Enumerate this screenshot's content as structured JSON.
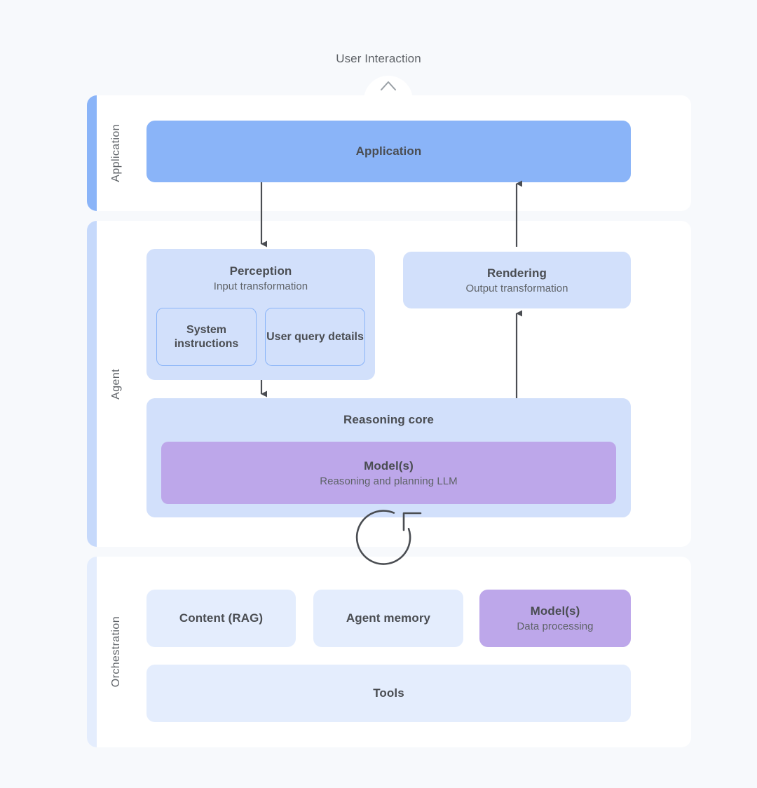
{
  "diagram": {
    "top_label": "User Interaction",
    "sections": [
      {
        "id": "application",
        "label": "Application",
        "accent_color": "#8AB4F8"
      },
      {
        "id": "agent",
        "label": "Agent",
        "accent_color": "#C6D9FB"
      },
      {
        "id": "orchestration",
        "label": "Orchestration",
        "accent_color": "#E4EDFD"
      }
    ],
    "nodes": {
      "application": {
        "title": "Application",
        "fill": "#8AB4F8"
      },
      "perception": {
        "title": "Perception",
        "subtitle": "Input transformation",
        "fill": "#D2E0FB",
        "children": [
          {
            "label": "System instructions"
          },
          {
            "label": "User query details"
          }
        ]
      },
      "rendering": {
        "title": "Rendering",
        "subtitle": "Output transformation",
        "fill": "#D2E0FB"
      },
      "reasoning_core": {
        "title": "Reasoning core",
        "fill": "#D2E0FB"
      },
      "model_reasoning": {
        "title": "Model(s)",
        "subtitle": "Reasoning and planning LLM",
        "fill": "#BDA7EA"
      },
      "content_rag": {
        "title": "Content (RAG)",
        "fill": "#E4EDFD"
      },
      "agent_memory": {
        "title": "Agent memory",
        "fill": "#E4EDFD"
      },
      "model_data": {
        "title": "Model(s)",
        "subtitle": "Data processing",
        "fill": "#BDA7EA"
      },
      "tools": {
        "title": "Tools",
        "fill": "#E4EDFD"
      }
    },
    "icons": {
      "user_interaction": "chevron-up-down-icon",
      "loop": "circular-loop-arrow-icon"
    },
    "connectors": [
      {
        "name": "application-to-perception",
        "direction": "down"
      },
      {
        "name": "reasoning-core-to-application",
        "direction": "up"
      },
      {
        "name": "perception-to-reasoning-core",
        "direction": "down"
      },
      {
        "name": "reasoning-core-to-rendering",
        "direction": "up"
      }
    ],
    "colors": {
      "background": "#F7F9FC",
      "surface": "#FFFFFF",
      "blue_strong": "#8AB4F8",
      "blue_soft": "#D2E0FB",
      "blue_pale": "#E4EDFD",
      "purple": "#BDA7EA",
      "stroke": "#4A4D52",
      "text": "#5F6368"
    }
  }
}
